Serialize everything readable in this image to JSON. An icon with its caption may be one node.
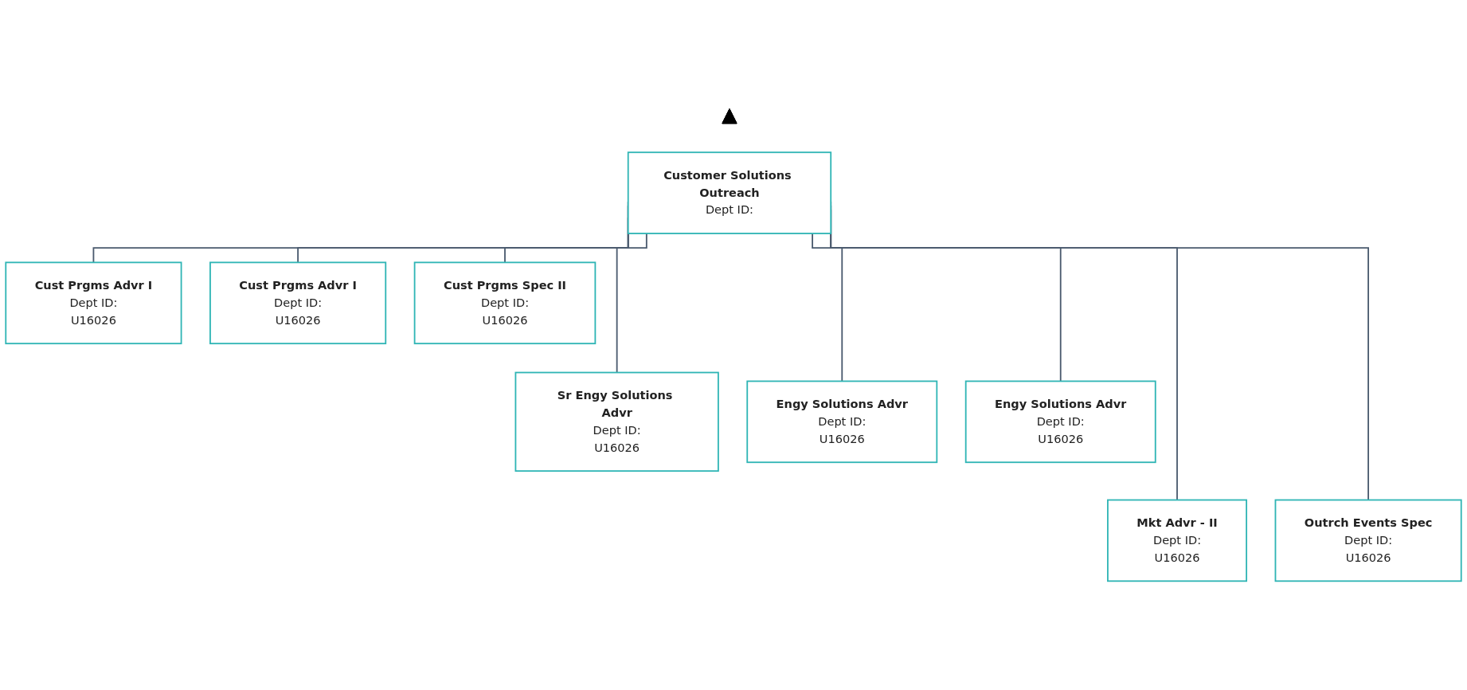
{
  "diagram": {
    "nodes": [
      {
        "text": [],
        "shape": "triangle"
      },
      {
        "text": [
          "Customer Solutions Outreach",
          "Dept ID:"
        ]
      },
      {
        "text": [
          "Cust Prgms Advr I",
          "Dept ID:",
          "U16026"
        ]
      },
      {
        "text": [
          "Cust Prgms Advr I",
          "Dept ID:",
          "U16026"
        ]
      },
      {
        "text": [
          "Cust Prgms Spec II",
          "Dept ID:",
          "U16026"
        ]
      },
      {
        "text": [
          "Sr Engy Solutions Advr",
          "Dept ID:",
          "U16026"
        ]
      },
      {
        "text": [
          "Engy Solutions Advr",
          "Dept ID:",
          "U16026"
        ]
      },
      {
        "text": [
          "Engy Solutions Advr",
          "Dept ID:",
          "U16026"
        ]
      },
      {
        "text": [
          "Mkt Advr - II",
          "Dept ID:",
          "U16026"
        ]
      },
      {
        "text": [
          "Outrch Events Spec",
          "Dept ID:",
          "U16026"
        ]
      }
    ],
    "edges": [
      {
        "from": 1,
        "to": 2,
        "arrow": "none"
      },
      {
        "from": 1,
        "to": 3,
        "arrow": "none"
      },
      {
        "from": 1,
        "to": 4,
        "arrow": "none"
      },
      {
        "from": 1,
        "to": 5,
        "arrow": "none"
      },
      {
        "from": 1,
        "to": 6,
        "arrow": "none"
      },
      {
        "from": 1,
        "to": 7,
        "arrow": "none"
      },
      {
        "from": 1,
        "to": 8,
        "arrow": "none"
      },
      {
        "from": 1,
        "to": 9,
        "arrow": "none"
      }
    ]
  }
}
